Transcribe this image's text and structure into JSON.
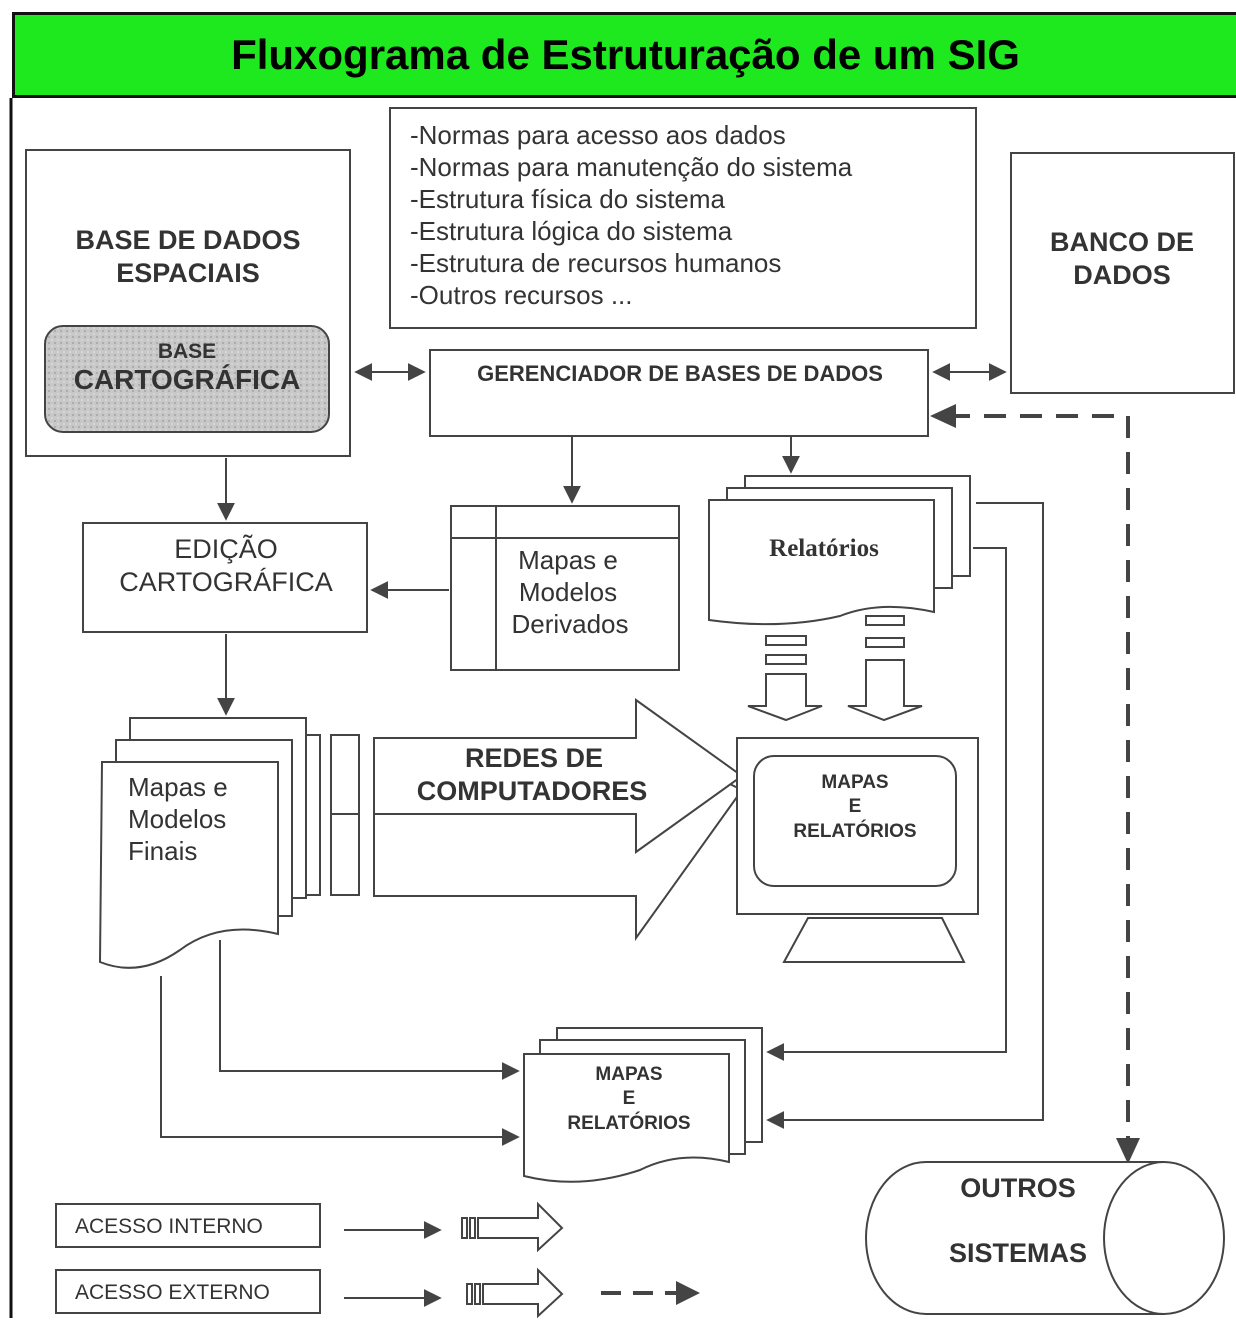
{
  "title": "Fluxograma de Estruturação de um SIG",
  "norms": [
    "-Normas para acesso aos dados",
    "-Normas para manutenção do sistema",
    "-Estrutura física do sistema",
    "-Estrutura lógica do sistema",
    "-Estrutura de recursos humanos",
    "-Outros recursos ..."
  ],
  "base_dados_espaciais": [
    "BASE DE DADOS",
    "ESPACIAIS"
  ],
  "base_cartografica": [
    "BASE",
    "CARTOGRÁFICA"
  ],
  "banco_dados": [
    "BANCO DE",
    "DADOS"
  ],
  "gerenciador": "GERENCIADOR DE BASES DE DADOS",
  "edicao": [
    "EDIÇÃO",
    "CARTOGRÁFICA"
  ],
  "mapas_derivados": [
    "Mapas e",
    "Modelos",
    "Derivados"
  ],
  "relatorios": "Relatórios",
  "mapas_finais": [
    "Mapas e",
    "Modelos",
    "Finais"
  ],
  "redes": [
    "REDES DE",
    "COMPUTADORES"
  ],
  "monitor_text": [
    "MAPAS",
    "E",
    "RELATÓRIOS"
  ],
  "output_text": [
    "MAPAS",
    "E",
    "RELATÓRIOS"
  ],
  "outros_sistemas": [
    "OUTROS",
    "SISTEMAS"
  ],
  "legend": {
    "interno": "ACESSO INTERNO",
    "externo": "ACESSO EXTERNO"
  },
  "colors": {
    "title_bg": "#1ee81e",
    "line": "#444444",
    "cartografica_fill": "#c4c4c4"
  }
}
